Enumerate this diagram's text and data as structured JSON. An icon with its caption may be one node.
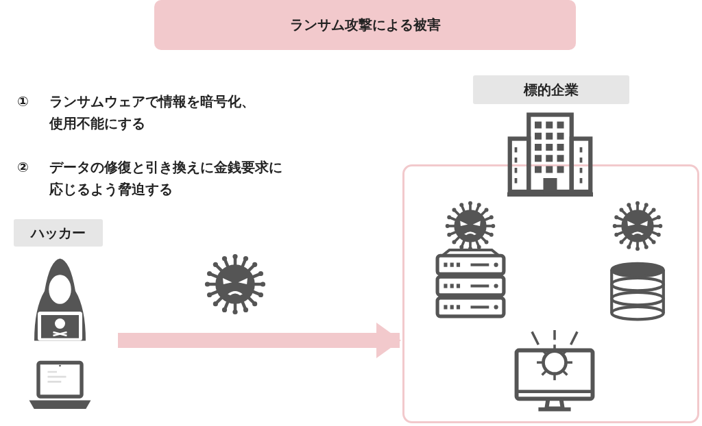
{
  "diagram": {
    "title": "ランサム攻撃による被害",
    "nodes": [
      {
        "text": [
          "ハッカー"
        ]
      },
      {
        "text": [],
        "shape": "person"
      },
      {
        "text": [],
        "shape": "picture"
      },
      {
        "text": [],
        "shape": "picture"
      },
      {
        "text": [
          "標的企業"
        ]
      },
      {
        "text": [],
        "shape": "picture"
      },
      {
        "text": [],
        "shape": "picture",
        "in": 4
      },
      {
        "text": [],
        "shape": "picture",
        "in": 4
      },
      {
        "text": [],
        "shape": "picture",
        "in": 4
      },
      {
        "text": [],
        "shape": "picture",
        "in": 4
      },
      {
        "text": [],
        "shape": "picture",
        "in": 4
      }
    ],
    "edges": [
      {
        "from": null,
        "to": 4,
        "arrow": "to"
      }
    ],
    "labels": [
      "①",
      "ランサムウェアで情報を暗号化、使用不能にする",
      "②",
      "データの修復と引き換えに金銭要求に応じるよう脅迫する"
    ]
  }
}
